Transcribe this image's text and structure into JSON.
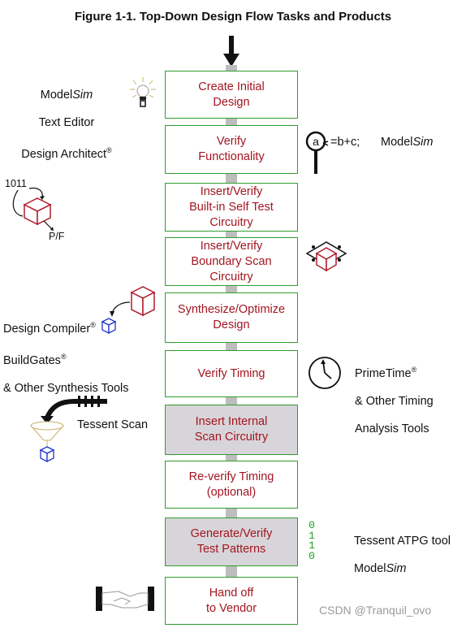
{
  "title": "Figure 1-1. Top-Down Design Flow Tasks and Products",
  "steps": [
    {
      "label": "Create Initial\nDesign",
      "highlighted": false
    },
    {
      "label": "Verify\nFunctionality",
      "highlighted": false
    },
    {
      "label": "Insert/Verify\nBuilt-in Self Test\nCircuitry",
      "highlighted": false
    },
    {
      "label": "Insert/Verify\nBoundary Scan\nCircuitry",
      "highlighted": false
    },
    {
      "label": "Synthesize/Optimize\nDesign",
      "highlighted": false
    },
    {
      "label": "Verify Timing",
      "highlighted": false
    },
    {
      "label": "Insert Internal\nScan Circuitry",
      "highlighted": true
    },
    {
      "label": "Re-verify Timing\n(optional)",
      "highlighted": false
    },
    {
      "label": "Generate/Verify\nTest Patterns",
      "highlighted": true
    },
    {
      "label": "Hand off\nto Vendor",
      "highlighted": false
    }
  ],
  "tools": {
    "create": {
      "model_prefix": "Model",
      "model_suffix": "Sim",
      "line2": "Text Editor",
      "line3": "Design Architect",
      "reg": "®"
    },
    "verify": {
      "expr": "=b+c;",
      "model_prefix": "Model",
      "model_suffix": "Sim",
      "magnifier_letter": "a"
    },
    "bist": {
      "bits": "1011",
      "result": "P/F"
    },
    "synth": {
      "line1": "Design Compiler",
      "line2": "BuildGates",
      "line3": "& Other Synthesis Tools",
      "reg": "®"
    },
    "timing": {
      "line1": "PrimeTime",
      "line2": "& Other Timing",
      "line3": "Analysis Tools",
      "reg": "®"
    },
    "scan": {
      "label": "Tessent Scan"
    },
    "atpg": {
      "line1": "Tessent ATPG tool",
      "model_prefix": "Model",
      "model_suffix": "Sim",
      "bits": "0\n1\n1\n0"
    }
  },
  "watermark": "CSDN @Tranquil_ovo",
  "colors": {
    "step_text": "#a31520",
    "step_border": "#2e9e2e",
    "highlight_fill": "#d7d5d9",
    "spine": "#bdbdbd",
    "bits_green": "#1aa01a",
    "cube_red": "#b01c2b",
    "cube_blue": "#2233cc"
  },
  "icons": [
    "down-arrow-icon",
    "light-bulb-icon",
    "magnifier-icon",
    "cube-bist-icon",
    "cube-boundary-icon",
    "cube-synth-red-icon",
    "cube-synth-blue-icon",
    "clock-icon",
    "scan-funnel-icon",
    "cube-scan-blue-icon",
    "handshake-icon"
  ]
}
